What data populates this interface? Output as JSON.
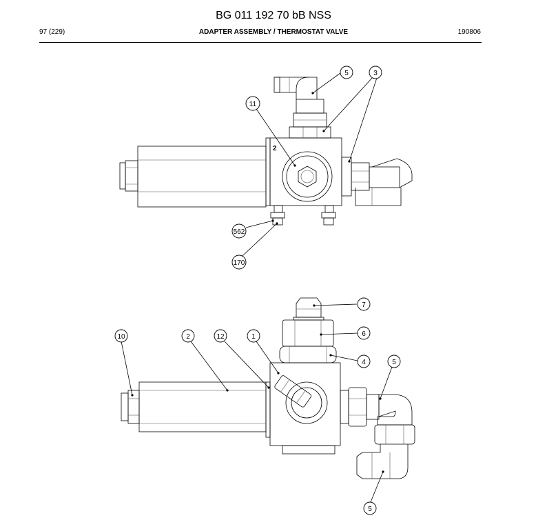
{
  "header": {
    "document_title": "BG 011 192 70 bB NSS",
    "page_number": "97 (229)",
    "section_title": "ADAPTER ASSEMBLY / THERMOSTAT VALVE",
    "date_code": "190806"
  },
  "drawing": {
    "top_view": {
      "body_marking": "2",
      "callouts": [
        "5",
        "3",
        "11",
        "562",
        "170"
      ]
    },
    "side_view": {
      "callouts": [
        "7",
        "10",
        "2",
        "12",
        "1",
        "6",
        "4",
        "5",
        "5"
      ]
    }
  }
}
